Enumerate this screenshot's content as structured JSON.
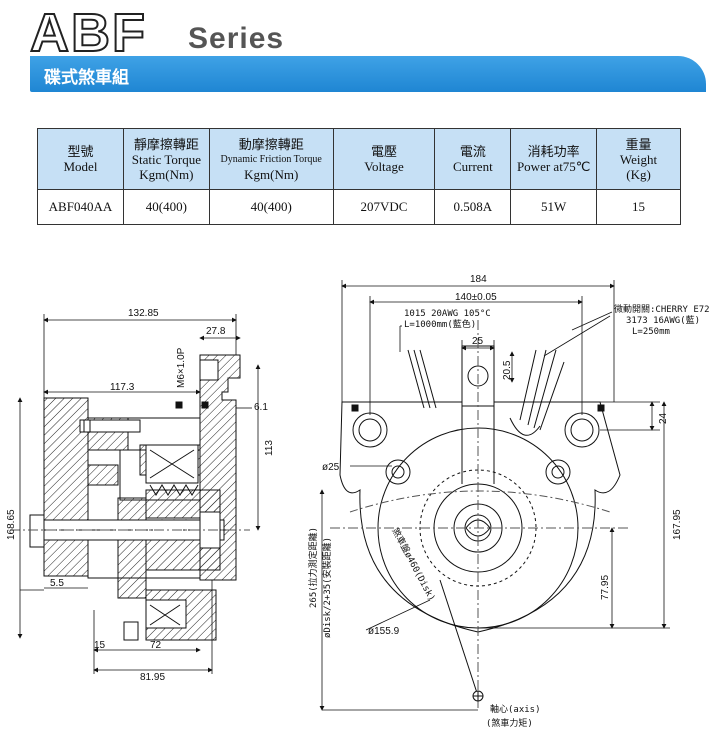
{
  "header": {
    "brand": "ABF",
    "series": "Series",
    "banner_title": "碟式煞車組"
  },
  "spec_table": {
    "headers": [
      {
        "zh": "型號",
        "en": "Model",
        "unit": ""
      },
      {
        "zh": "靜摩擦轉距",
        "en": "Static Torque",
        "unit": "Kgm(Nm)"
      },
      {
        "zh": "動摩擦轉距",
        "en": "Dynamic Friction Torque",
        "unit": "Kgm(Nm)"
      },
      {
        "zh": "電壓",
        "en": "Voltage",
        "unit": ""
      },
      {
        "zh": "電流",
        "en": "Current",
        "unit": ""
      },
      {
        "zh": "消耗功率",
        "en": "Power at75℃",
        "unit": ""
      },
      {
        "zh": "重量",
        "en": "Weight",
        "unit": "(Kg)"
      }
    ],
    "row": [
      "ABF040AA",
      "40(400)",
      "40(400)",
      "207VDC",
      "0.508A",
      "51W",
      "15"
    ]
  },
  "drawing": {
    "side_labels": {
      "d_132_85": "132.85",
      "d_27_8": "27.8",
      "d_m6": "M6×1.0P",
      "d_117_3": "117.3",
      "d_6_1": "6.1",
      "d_113": "113",
      "d_168_65": "168.65",
      "d_5_5": "5.5",
      "d_15": "15",
      "d_72": "72",
      "d_81_95": "81.95"
    },
    "front_labels": {
      "d_184": "184",
      "d_140": "140±0.05",
      "wire_1": "1015 20AWG 105°C",
      "wire_2": "L=1000mm(藍色)",
      "d_25": "25",
      "d_20_5": "20.5",
      "switch_1": "微動開關:CHERRY E72",
      "switch_2": "3173 16AWG(藍)",
      "switch_3": "L=250mm",
      "d_24": "24",
      "d_phi25": "ø25",
      "d_167_95": "167.95",
      "d_77_95": "77.95",
      "d_265": "265(拉力測定距離)",
      "d_disk": "øDisk/2+35(安裝距離)",
      "disk_label": "煞車盤ø460(Disk)",
      "d_155_9": "ø155.9",
      "axis_1": "軸心(axis)",
      "axis_2": "(煞車力矩)"
    }
  }
}
